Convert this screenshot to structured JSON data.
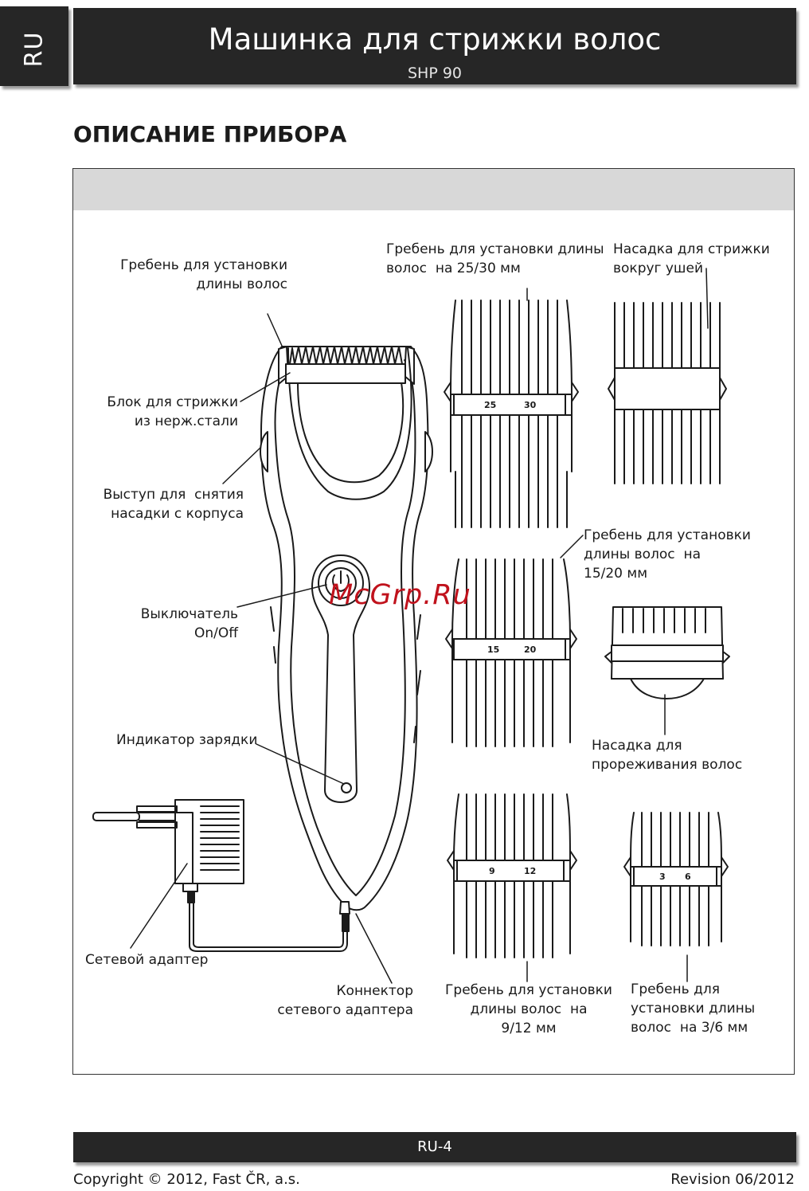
{
  "header": {
    "lang": "RU",
    "title": "Машинка для стрижки волос",
    "model": "SHP 90"
  },
  "section_heading": "ОПИСАНИЕ ПРИБОРА",
  "labels": {
    "comb_top": "Гребень для установки\nдлины волос",
    "blade_block": "Блок для стрижки\nиз нерж.стали",
    "release": "Выступ для  снятия\nнасадки с корпуса",
    "switch": "Выключатель\nOn/Off",
    "charge_indicator": "Индикатор зарядки",
    "adapter": "Сетевой адаптер",
    "connector": "Коннектор\nсетевого адаптера",
    "comb_25_30": "Гребень для установки длины\nволос  на 25/30 мм",
    "ear_attachment": "Насадка для стрижки\nвокруг ушей",
    "comb_15_20": "Гребень для установки\nдлины волос  на\n15/20 мм",
    "thinning": "Насадка для\nпрореживания волос",
    "comb_9_12": "Гребень для установки\nдлины волос  на\n9/12 мм",
    "comb_3_6": "Гребень для\nустановки длины\nволос  на 3/6 мм"
  },
  "comb_marks": {
    "c1_a": "25",
    "c1_b": "30",
    "c2_a": "15",
    "c2_b": "20",
    "c3_a": "9",
    "c3_b": "12",
    "c4_a": "3",
    "c4_b": "6"
  },
  "watermark": "McGrp.Ru",
  "footer": {
    "page": "RU-4",
    "copyright": "Copyright © 2012, Fast ČR, a.s.",
    "revision": "Revision 06/2012"
  }
}
